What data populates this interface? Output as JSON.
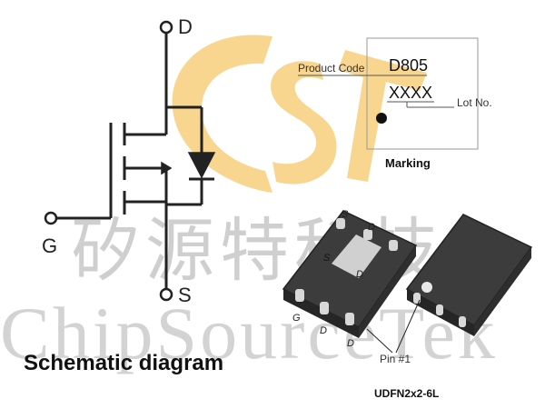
{
  "schematic": {
    "pin_drain": "D",
    "pin_gate": "G",
    "pin_source": "S",
    "title": "Schematic diagram"
  },
  "marking": {
    "product_code_label": "Product Code",
    "product_code": "D805",
    "lot_code": "XXXX",
    "lot_label": "Lot No.",
    "title": "Marking"
  },
  "package": {
    "name": "UDFN2x2-6L",
    "pin1_label": "Pin #1",
    "chip_pin_labels": [
      "S",
      "D",
      "S",
      "D",
      "G",
      "D",
      "D"
    ]
  },
  "watermark": {
    "chinese": "矽源特科技",
    "english": "ChipSourceTek"
  },
  "colors": {
    "logo_yellow": "#f5c86a",
    "line": "#222222",
    "chip_body": "#3c3c3c",
    "watermark": "#a9a9a9"
  }
}
